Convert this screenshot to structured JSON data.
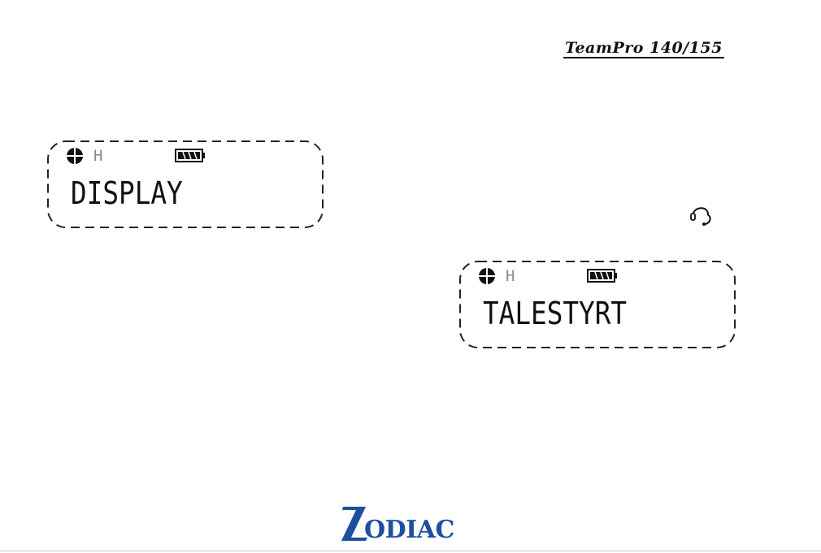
{
  "header": {
    "model_title": "TeamPro 140/155"
  },
  "displays": [
    {
      "text": "DISPLAY",
      "indicator": "H"
    },
    {
      "text": "TALESTYRT",
      "indicator": "H"
    }
  ],
  "icons": {
    "status_icon": "globe-icon",
    "battery": "battery-full-icon",
    "headset": "headset-icon"
  },
  "footer": {
    "brand": "ZODIAC",
    "brand_color": "#1c4fa0"
  }
}
